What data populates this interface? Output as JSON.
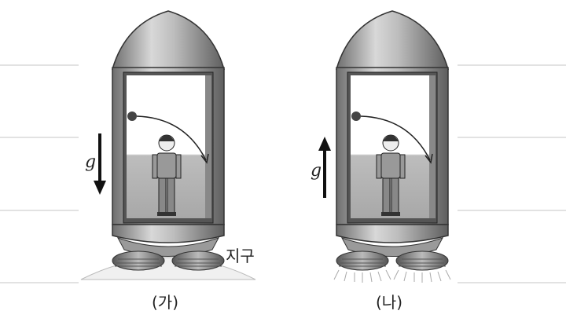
{
  "panels": [
    {
      "caption": "(가)",
      "gravity_label": "g",
      "gravity_direction": "down",
      "ground_label": "지구"
    },
    {
      "caption": "(나)",
      "gravity_label": "g",
      "gravity_direction": "up"
    }
  ]
}
